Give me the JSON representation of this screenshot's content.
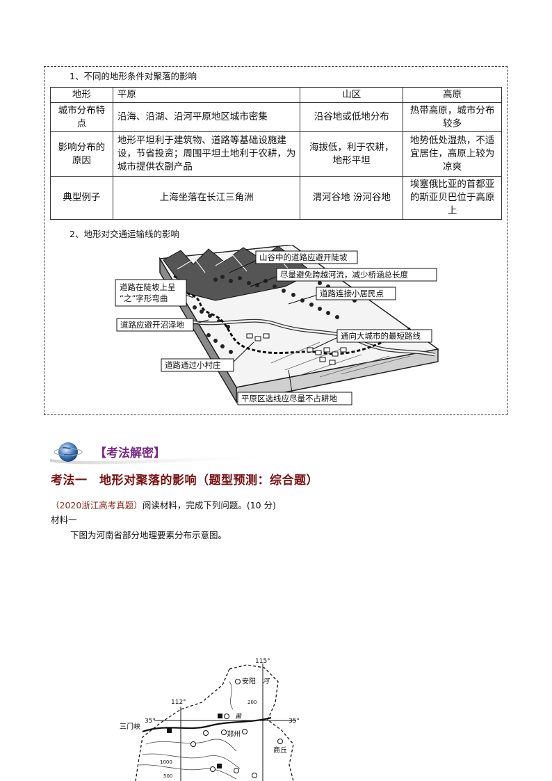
{
  "section1": {
    "title": "1、不同的地形条件对聚落的影响"
  },
  "table": {
    "headers": [
      "地形",
      "平原",
      "山区",
      "高原"
    ],
    "rows": [
      {
        "label": "城市分布特点",
        "plain": "沿海、沿湖、沿河平原地区城市密集",
        "mountain": "沿谷地或低地分布",
        "plateau": "热带高原，城市分布较多"
      },
      {
        "label": "影响分布的原因",
        "plain": "地形平坦利于建筑物、道路等基础设施建设，节省投资；周围平坦土地利于农耕，为城市提供农副产品",
        "mountain": "海拔低，利于农耕，地形平坦",
        "plateau": "地势低处湿热，不适宜居住，高原上较为凉爽"
      },
      {
        "label": "典型例子",
        "plain": "上海坐落在长江三角洲",
        "mountain": "渭河谷地 汾河谷地",
        "plateau": "埃塞俄比亚的首都亚的斯亚贝巴位于高原上"
      }
    ]
  },
  "section2": {
    "title": "2、地形对交通运输线的影响"
  },
  "diagram_labels": {
    "l1": "山谷中的道路应避开陡坡",
    "l2": "尽量避免跨越河流，减少桥涵总长度",
    "l3a": "道路在陡坡上呈",
    "l3b": "“之”字形弯曲",
    "l4": "道路连接小居民点",
    "l5": "道路应避开沼泽地",
    "l6": "通向大城市的最短路线",
    "l7": "道路通过小村庄",
    "l8": "平原区选线应尽量不占耕地"
  },
  "banner": {
    "text": "【考法解密】"
  },
  "method": {
    "title": "考法一　地形对聚落的影响（题型预测：综合题）"
  },
  "question": {
    "source": "（2020浙江高考真题）",
    "text": "阅读材料，完成下列问题。(10 分)",
    "material": "材料一",
    "desc": "下图为河南省部分地理要素分布示意图。"
  },
  "map_labels": {
    "lon1": "115°",
    "lon2": "112°",
    "lat_left": "35°",
    "lat_right": "35°",
    "anyang": "安阳",
    "sanmenxia": "三门峡",
    "zhengzhou": "郑州",
    "shangqiu": "商丘",
    "river_wei": "河",
    "river_huang": "黄",
    "c200": "200",
    "c1000": "1000",
    "c500": "500"
  }
}
